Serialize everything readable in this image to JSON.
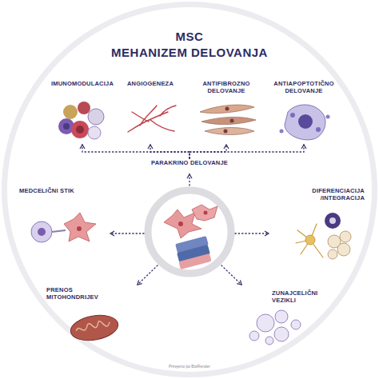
{
  "diagram": {
    "title": "MSC MEHANIZEM DELOVANJA",
    "nodes": [
      {
        "text": [
          "IMUNOMODULACIJA"
        ]
      },
      {
        "text": [
          "ANGIOGENEZA"
        ]
      },
      {
        "text": [
          "ANTIFIBROZNO DELOVANJE"
        ]
      },
      {
        "text": [
          "ANTIAPOPTOTIČNO DELOVANJE"
        ]
      },
      {
        "text": [
          "PARAKRINO DELOVANJE"
        ]
      },
      {
        "text": [
          "MEDCELIČNI STIK"
        ]
      },
      {
        "text": [
          "DIFERENCIACIJA /INTEGRACIJA"
        ]
      },
      {
        "text": [
          "PRENOS MITOHONDRIJEV"
        ]
      },
      {
        "text": [
          "ZUNAJCELIČNI VEZIKLI"
        ]
      }
    ],
    "edges": [
      {
        "from": 4,
        "to": 0,
        "arrow": "to"
      },
      {
        "from": 4,
        "to": 1,
        "arrow": "to"
      },
      {
        "from": 4,
        "to": 2,
        "arrow": "to"
      },
      {
        "from": 4,
        "to": 3,
        "arrow": "to"
      }
    ],
    "labels": [
      "Prirejeno po BioRender"
    ]
  }
}
